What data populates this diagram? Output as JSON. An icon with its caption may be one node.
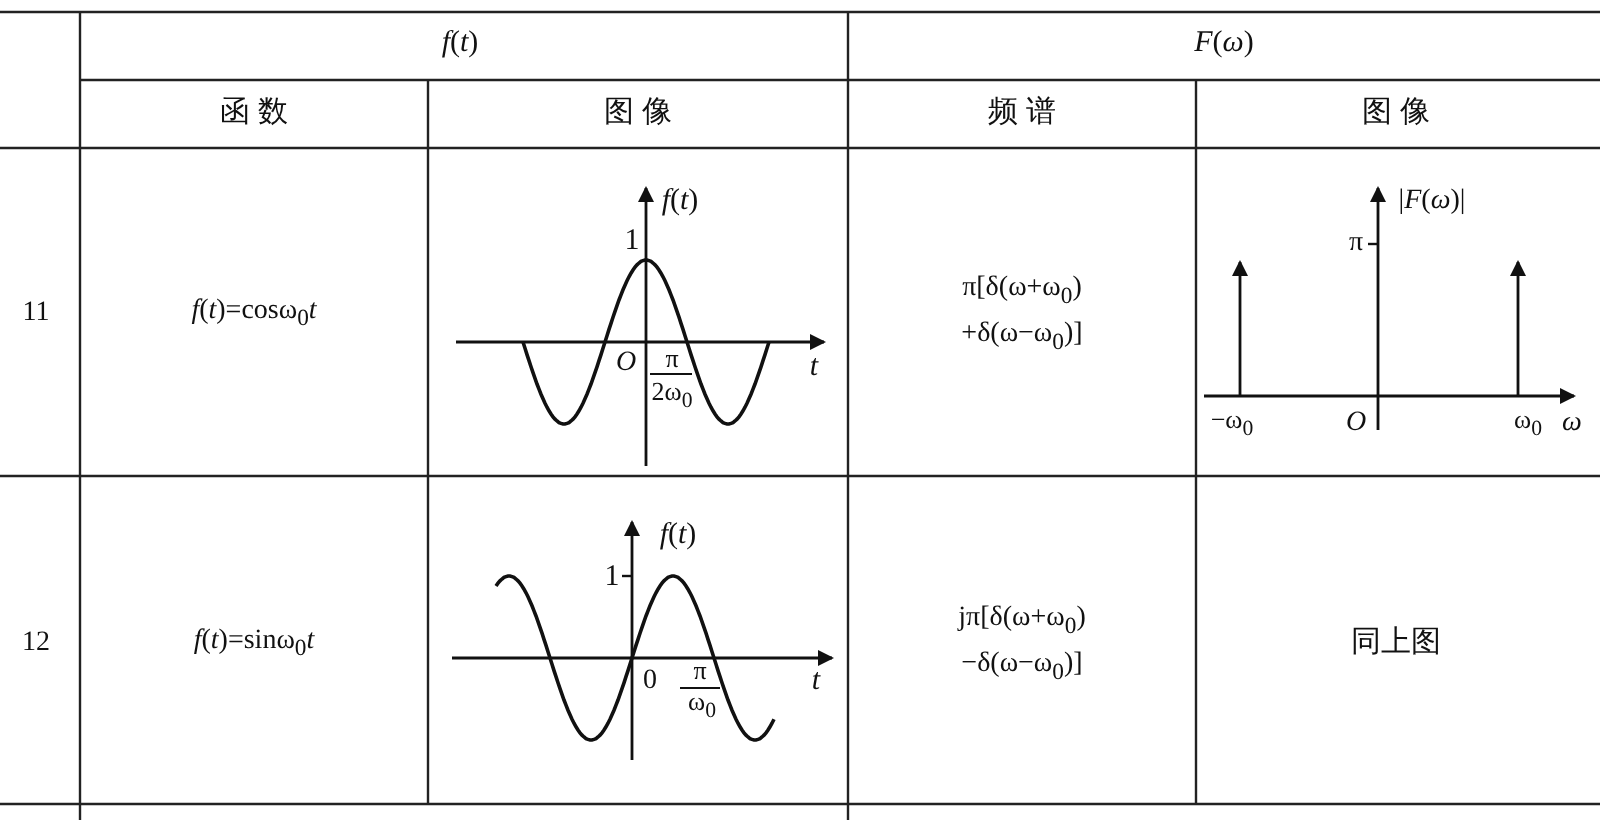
{
  "diagram": {
    "labels": [
      "*f*(*t*)",
      "*F*(*ω*)",
      "函 数",
      "图 像",
      "频 谱",
      "图 像",
      "11",
      "*f*(*t*)=cosω$_{0}$*t*",
      "*f*(*t*)",
      "1",
      "O",
      "π",
      "2ω$_{0}$",
      "t",
      "π[δ(ω+ω$_{0}$) +δ(ω−ω$_{0}$)]",
      "|*F*(*ω*)|",
      "π",
      "−ω$_{0}$",
      "O",
      "ω$_{0}$",
      "ω",
      "12",
      "*f*(*t*)=sinω$_{0}$*t*",
      "*f*(*t*)",
      "1",
      "0",
      "π",
      "ω$_{0}$",
      "t",
      "jπ[δ(ω+ω$_{0}$) −δ(ω−ω$_{0}$)]",
      "同上图"
    ]
  }
}
